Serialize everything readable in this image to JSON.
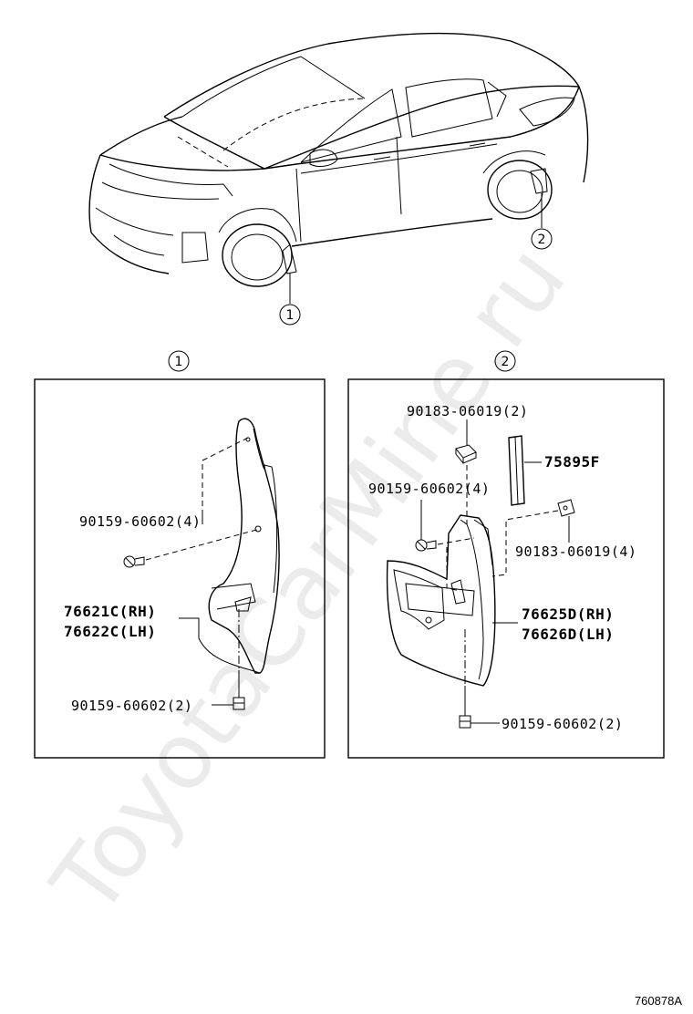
{
  "watermark": "ToyotaCarMine.ru",
  "diagram_code": "760878A",
  "overview": {
    "callouts": [
      {
        "id": "callout-front",
        "num": "1"
      },
      {
        "id": "callout-rear",
        "num": "2"
      }
    ]
  },
  "panels": {
    "front": {
      "heading_num": "1",
      "parts": {
        "screw_upper": "90159-60602(4)",
        "mudguard_rh": "76621C(RH)",
        "mudguard_lh": "76622C(LH)",
        "screw_lower": "90159-60602(2)"
      }
    },
    "rear": {
      "heading_num": "2",
      "parts": {
        "nut_top": "90183-06019(2)",
        "tape": "75895F",
        "screw_upper": "90159-60602(4)",
        "nut_side": "90183-06019(4)",
        "mudguard_rh": "76625D(RH)",
        "mudguard_lh": "76626D(LH)",
        "screw_lower": "90159-60602(2)"
      }
    }
  }
}
